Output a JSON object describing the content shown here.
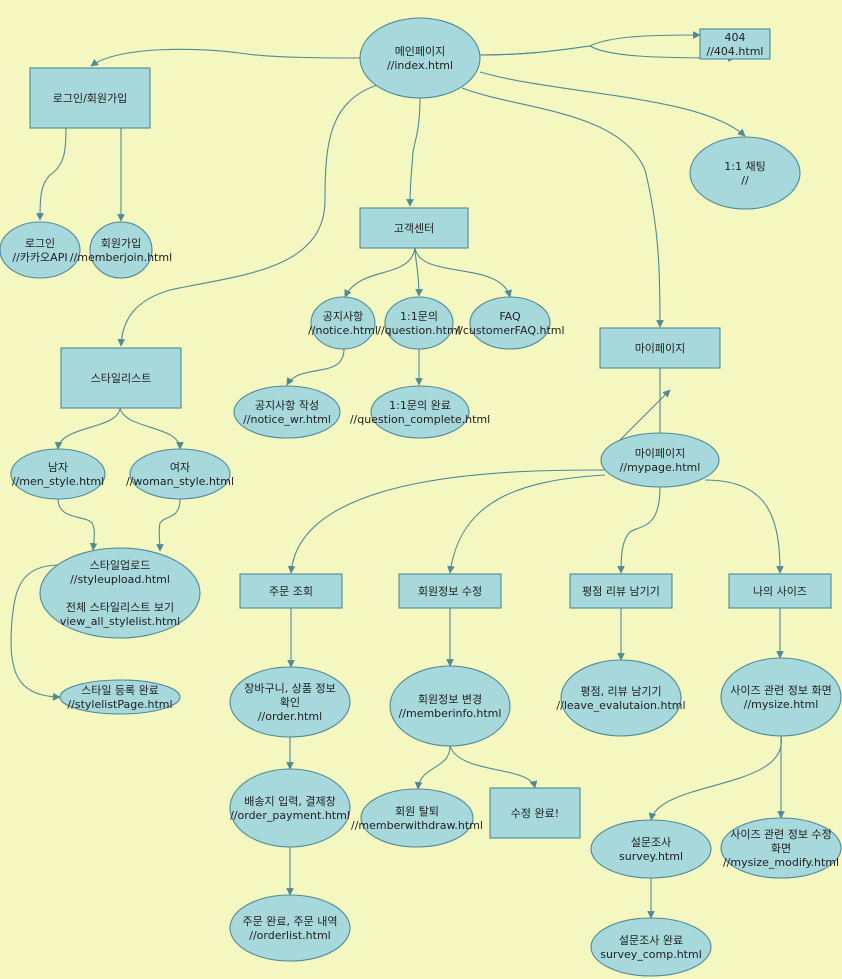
{
  "nodes": {
    "index": {
      "lines": [
        "메인페이지",
        "//index.html"
      ]
    },
    "page404": {
      "lines": [
        "404",
        "//404.html"
      ]
    },
    "login_signup": {
      "lines": [
        "로그인/회원가입"
      ]
    },
    "chat": {
      "lines": [
        "1:1 채팅",
        "//"
      ]
    },
    "login": {
      "lines": [
        "로그인",
        "//카카오API"
      ]
    },
    "memberjoin": {
      "lines": [
        "회원가입",
        "//memberjoin.html"
      ]
    },
    "customer_center": {
      "lines": [
        "고객센터"
      ]
    },
    "notice": {
      "lines": [
        "공지사항",
        "//notice.html"
      ]
    },
    "question": {
      "lines": [
        "1:1문의",
        "//question.html"
      ]
    },
    "faq": {
      "lines": [
        "FAQ",
        "//customerFAQ.html"
      ]
    },
    "notice_wr": {
      "lines": [
        "공지사항 작성",
        "//notice_wr.html"
      ]
    },
    "question_complete": {
      "lines": [
        "1:1문의 완료",
        "//question_complete.html"
      ]
    },
    "mypage_box": {
      "lines": [
        "마이페이지"
      ]
    },
    "mypage": {
      "lines": [
        "마이페이지",
        "//mypage.html"
      ]
    },
    "stylist": {
      "lines": [
        "스타일리스트"
      ]
    },
    "men": {
      "lines": [
        "남자",
        "//men_style.html"
      ]
    },
    "woman": {
      "lines": [
        "여자",
        "//woman_style.html"
      ]
    },
    "styleupload": {
      "lines": [
        "스타일업로드",
        "//styleupload.html",
        "",
        "전체 스타일리스트 보기",
        "view_all_stylelist.html"
      ]
    },
    "stylelist_page": {
      "lines": [
        "스타일 등록 완료",
        "//stylelistPage.html"
      ]
    },
    "order_lookup": {
      "lines": [
        "주문 조회"
      ]
    },
    "member_edit": {
      "lines": [
        "회원정보 수정"
      ]
    },
    "review": {
      "lines": [
        "평점 리뷰 남기기"
      ]
    },
    "mysize_box": {
      "lines": [
        "나의 사이즈"
      ]
    },
    "order": {
      "lines": [
        "장바구니, 상품 정보",
        "확인",
        "//order.html"
      ]
    },
    "memberinfo": {
      "lines": [
        "회원정보 변경",
        "//memberinfo.html"
      ]
    },
    "leave_eval": {
      "lines": [
        "평점, 리뷰 남기기",
        "//leave_evalutaion.html"
      ]
    },
    "mysize": {
      "lines": [
        "사이즈 관련 정보 화면",
        "//mysize.html"
      ]
    },
    "order_payment": {
      "lines": [
        "배송지 입력, 결제창",
        "//order_payment.html"
      ]
    },
    "withdraw": {
      "lines": [
        "회원 탈퇴",
        "//memberwithdraw.html"
      ]
    },
    "edit_done": {
      "lines": [
        "수정 완료!"
      ]
    },
    "survey": {
      "lines": [
        "설문조사",
        "survey.html"
      ]
    },
    "mysize_modify": {
      "lines": [
        "사이즈 관련 정보 수정",
        "화면",
        "//mysize_modify.html"
      ]
    },
    "orderlist": {
      "lines": [
        "주문 완료, 주문 내역",
        "//orderlist.html"
      ]
    },
    "survey_comp": {
      "lines": [
        "설문조사 완료",
        "survey_comp.html"
      ]
    }
  },
  "colors": {
    "background": "#f4f8c0",
    "node_fill": "#a6d8dc",
    "node_stroke": "#4e8a98",
    "edge": "#4e8a98",
    "text": "#222222"
  }
}
